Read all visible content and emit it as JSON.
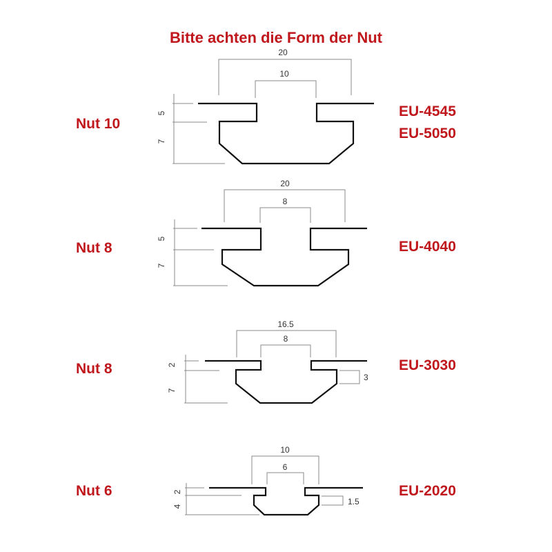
{
  "title": "Bitte achten die Form der Nut",
  "profiles": [
    {
      "nut": "Nut 10",
      "codes": [
        "EU-4545",
        "EU-5050"
      ],
      "dims": {
        "outer": "20",
        "inner": "10",
        "top": "5",
        "bottom": "7"
      }
    },
    {
      "nut": "Nut 8",
      "codes": [
        "EU-4040"
      ],
      "dims": {
        "outer": "20",
        "inner": "8",
        "top": "5",
        "bottom": "7"
      }
    },
    {
      "nut": "Nut 8",
      "codes": [
        "EU-3030"
      ],
      "dims": {
        "outer": "16.5",
        "inner": "8",
        "top": "2",
        "bottom": "7",
        "side": "3"
      }
    },
    {
      "nut": "Nut 6",
      "codes": [
        "EU-2020"
      ],
      "dims": {
        "outer": "10",
        "inner": "6",
        "top": "2",
        "bottom": "4",
        "side": "1.5"
      }
    }
  ],
  "colors": {
    "label": "#c0171c",
    "profile": "#111111",
    "dimension": "#8a8a8a"
  }
}
